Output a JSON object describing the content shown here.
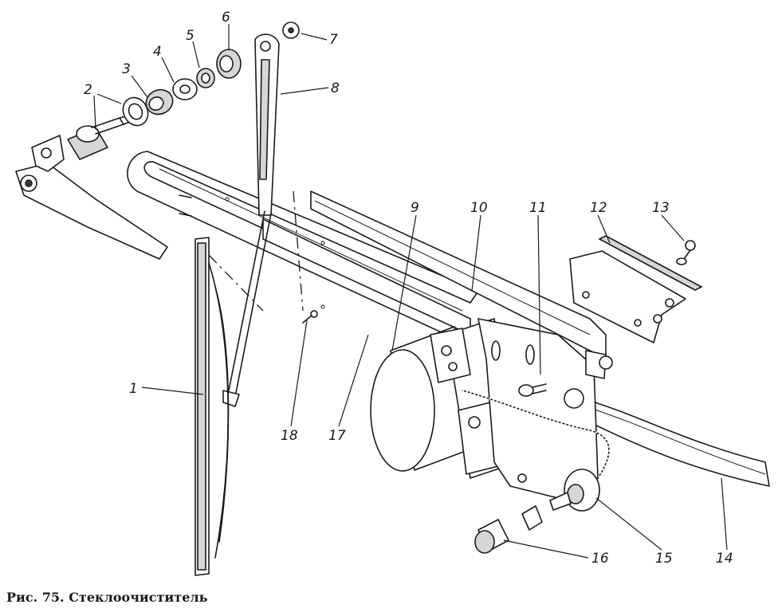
{
  "caption": "Рис. 75. Стеклоочиститель",
  "callouts": [
    {
      "id": "1",
      "text": "1"
    },
    {
      "id": "2",
      "text": "2"
    },
    {
      "id": "3",
      "text": "3"
    },
    {
      "id": "4",
      "text": "4"
    },
    {
      "id": "5",
      "text": "5"
    },
    {
      "id": "6",
      "text": "6"
    },
    {
      "id": "7",
      "text": "7"
    },
    {
      "id": "8",
      "text": "8"
    },
    {
      "id": "9",
      "text": "9"
    },
    {
      "id": "10",
      "text": "10"
    },
    {
      "id": "11",
      "text": "11"
    },
    {
      "id": "12",
      "text": "12"
    },
    {
      "id": "13",
      "text": "13"
    },
    {
      "id": "14",
      "text": "14"
    },
    {
      "id": "15",
      "text": "15"
    },
    {
      "id": "16",
      "text": "16"
    },
    {
      "id": "17",
      "text": "17"
    },
    {
      "id": "18",
      "text": "18"
    }
  ]
}
